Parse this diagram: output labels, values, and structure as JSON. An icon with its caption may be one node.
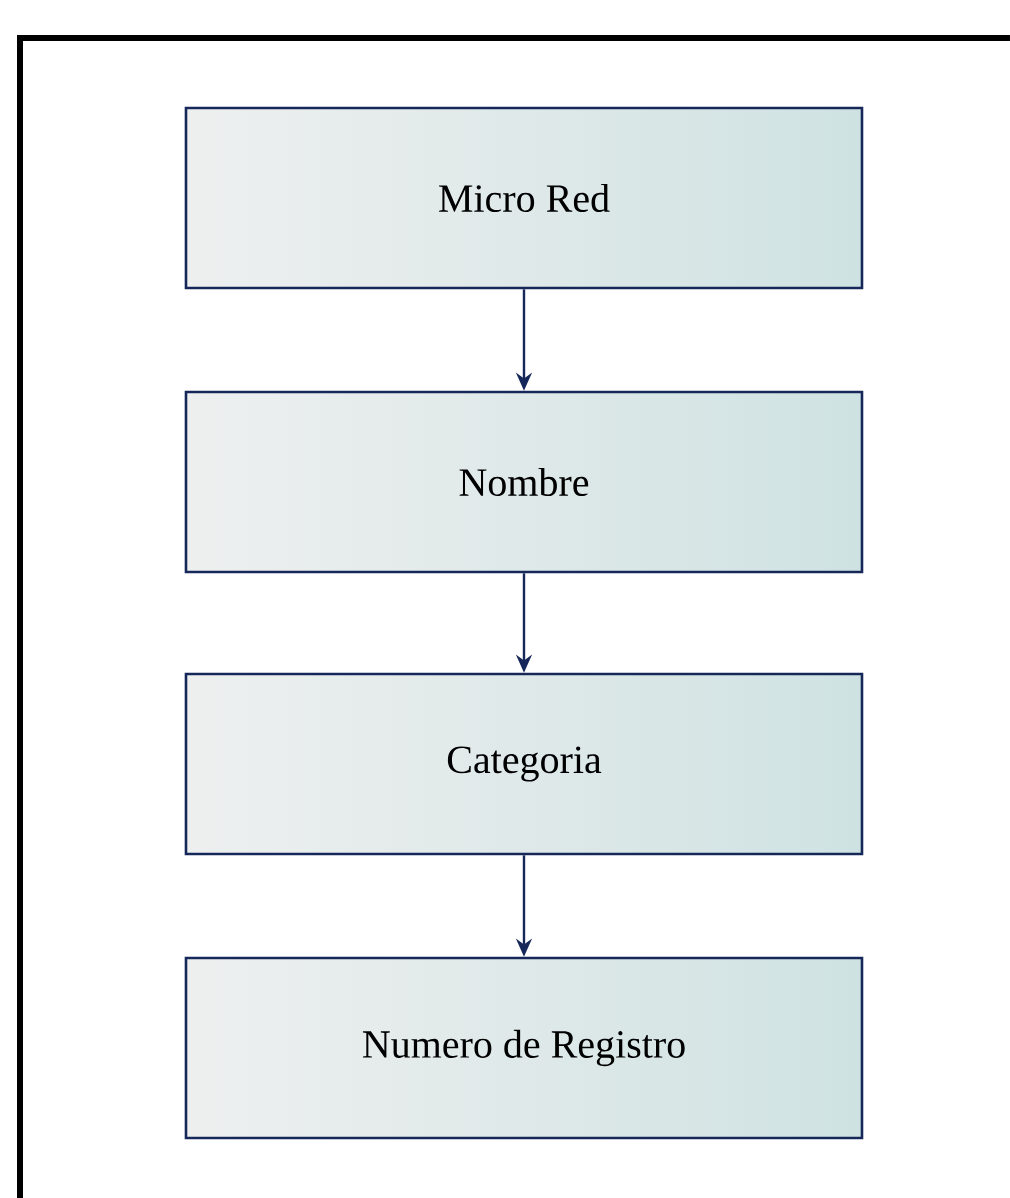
{
  "diagram": {
    "nodes": [
      {
        "text": [
          "Micro Red"
        ]
      },
      {
        "text": [
          "Nombre"
        ]
      },
      {
        "text": [
          "Categoria"
        ]
      },
      {
        "text": [
          "Numero de Registro"
        ]
      }
    ],
    "edges": [
      {
        "from": 0,
        "to": 1,
        "arrow": "to"
      },
      {
        "from": 1,
        "to": 2,
        "arrow": "to"
      },
      {
        "from": 2,
        "to": 3,
        "arrow": "to"
      }
    ]
  }
}
